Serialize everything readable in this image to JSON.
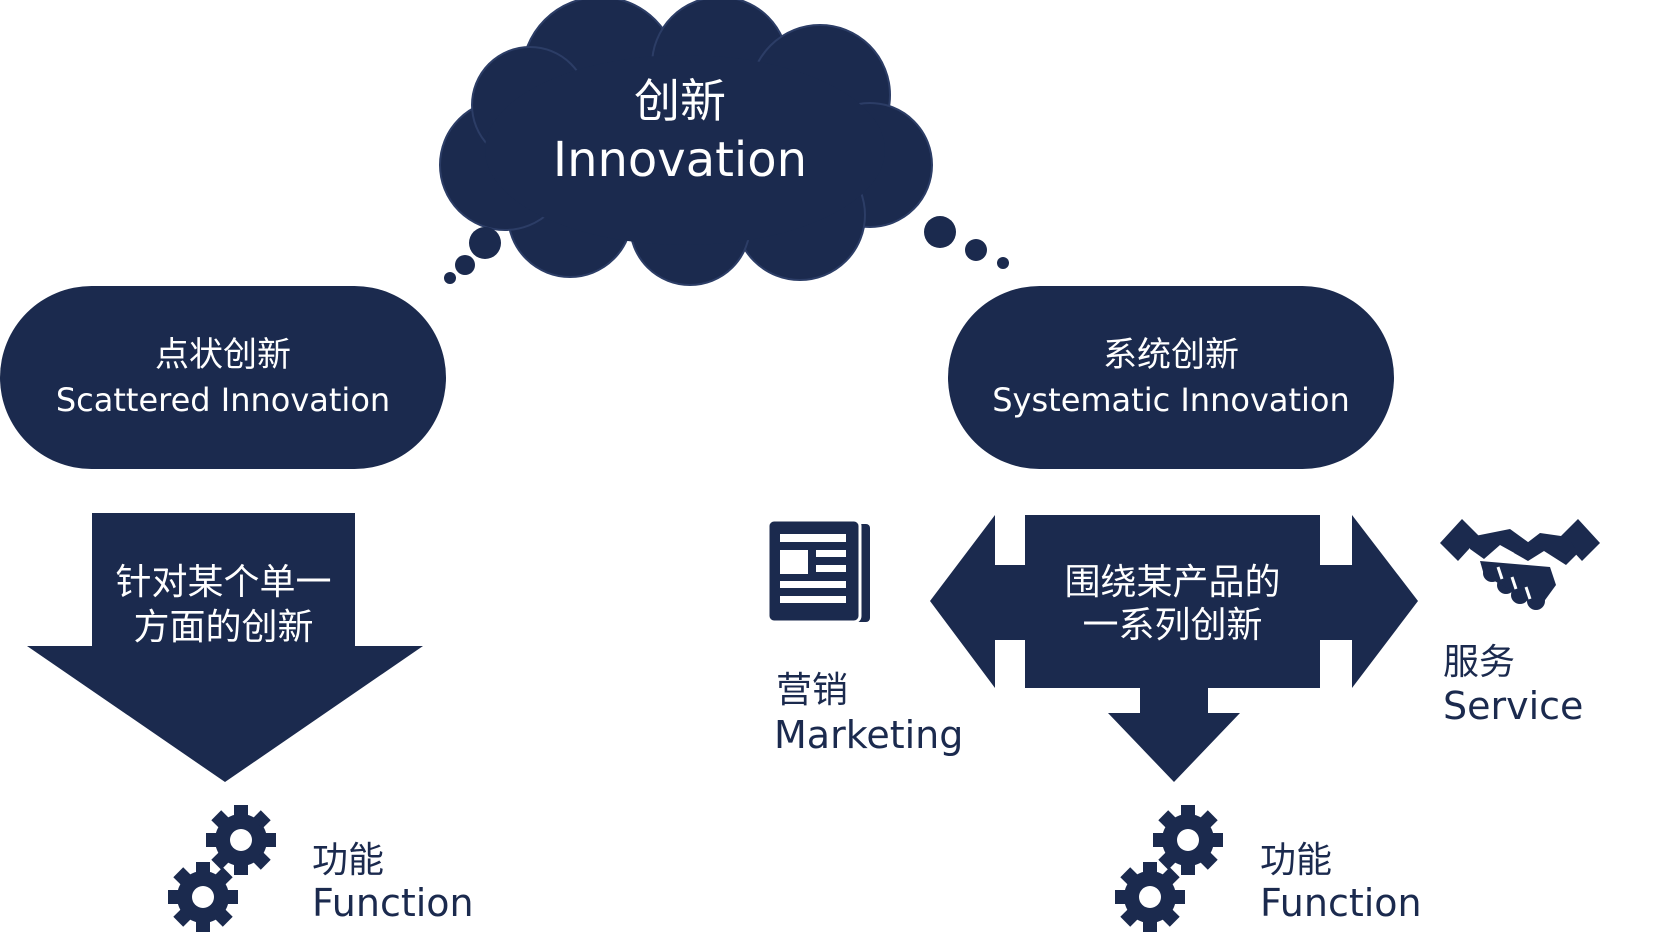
{
  "colors": {
    "navy": "#1b2a4e",
    "background": "#ffffff",
    "text_on_navy": "#ffffff"
  },
  "cloud": {
    "zh": "创新",
    "en": "Innovation"
  },
  "left": {
    "pill_zh": "点状创新",
    "pill_en": "Scattered Innovation",
    "arrow_line1": "针对某个单一",
    "arrow_line2": "方面的创新",
    "function_zh": "功能",
    "function_en": "Function",
    "function_icon": "gears-icon"
  },
  "right": {
    "pill_zh": "系统创新",
    "pill_en": "Systematic Innovation",
    "arrow_line1": "围绕某产品的",
    "arrow_line2": "一系列创新",
    "marketing_zh": "营销",
    "marketing_en": "Marketing",
    "marketing_icon": "newspaper-icon",
    "service_zh": "服务",
    "service_en": "Service",
    "service_icon": "handshake-icon",
    "function_zh": "功能",
    "function_en": "Function",
    "function_icon": "gears-icon"
  }
}
